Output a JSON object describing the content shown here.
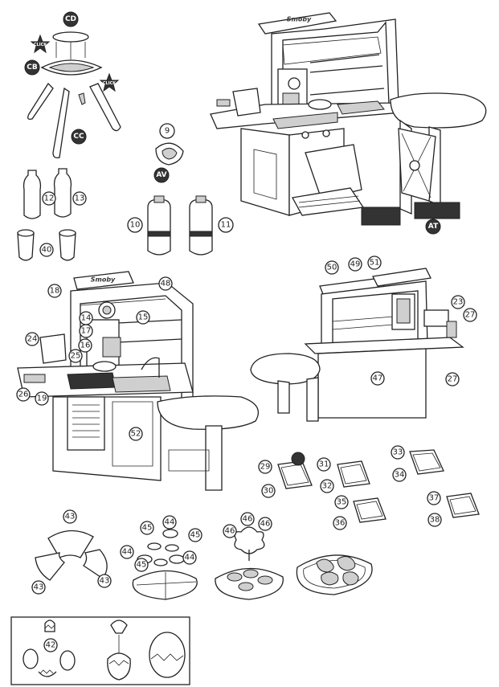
{
  "brand": "Smoby",
  "callouts": {
    "cd": "CD",
    "cb": "CB",
    "cc": "CC",
    "av": "AV",
    "at": "AT",
    "click1": "CLICK",
    "click2": "CLICK",
    "n9": "9",
    "n10": "10",
    "n11": "11",
    "n12": "12",
    "n13": "13",
    "n14": "14",
    "n15": "15",
    "n16": "16",
    "n17": "17",
    "n18": "18",
    "n19": "19",
    "n23": "23",
    "n24": "24",
    "n25": "25",
    "n26": "26",
    "n27a": "27",
    "n27b": "27",
    "n29": "29",
    "n30": "30",
    "n31": "31",
    "n32": "32",
    "n33": "33",
    "n34": "34",
    "n35": "35",
    "n36": "36",
    "n37": "37",
    "n38": "38",
    "n40": "40",
    "n42": "42",
    "n43a": "43",
    "n43b": "43",
    "n43c": "43",
    "n44a": "44",
    "n44b": "44",
    "n44c": "44",
    "n45a": "45",
    "n45b": "45",
    "n45c": "45",
    "n46a": "46",
    "n46b": "46",
    "n46c": "46",
    "n47": "47",
    "n48": "48",
    "n49": "49",
    "n50": "50",
    "n51": "51",
    "n52": "52"
  }
}
